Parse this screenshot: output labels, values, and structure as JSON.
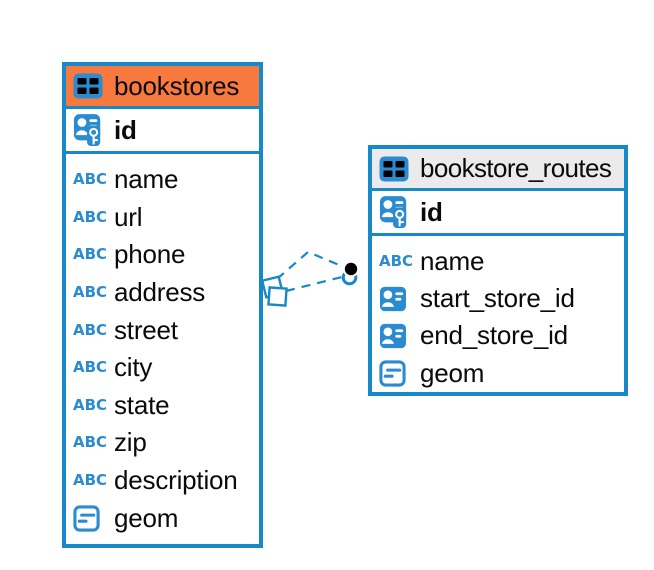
{
  "colors": {
    "accent_blue": "#1789c9",
    "icon_blue": "#2b8bd0",
    "header_orange": "#f7793e",
    "header_gray": "#ebebeb",
    "text_black": "#0a0a0a",
    "endpoint_black": "#000000",
    "row_bg": "#ffffff"
  },
  "icons": {
    "text_type_label": "ABC"
  },
  "tables": [
    {
      "title": "bookstores",
      "header_style": "selected-orange",
      "pk_label": "id",
      "columns": [
        {
          "label": "name",
          "type_icon": "text-type-icon"
        },
        {
          "label": "url",
          "type_icon": "text-type-icon"
        },
        {
          "label": "phone",
          "type_icon": "text-type-icon"
        },
        {
          "label": "address",
          "type_icon": "text-type-icon"
        },
        {
          "label": "street",
          "type_icon": "text-type-icon"
        },
        {
          "label": "city",
          "type_icon": "text-type-icon"
        },
        {
          "label": "state",
          "type_icon": "text-type-icon"
        },
        {
          "label": "zip",
          "type_icon": "text-type-icon"
        },
        {
          "label": "description",
          "type_icon": "text-type-icon"
        },
        {
          "label": "geom",
          "type_icon": "geometry-type-icon"
        }
      ]
    },
    {
      "title": "bookstore_routes",
      "header_style": "gray",
      "pk_label": "id",
      "columns": [
        {
          "label": "name",
          "type_icon": "text-type-icon"
        },
        {
          "label": "start_store_id",
          "type_icon": "reference-type-icon"
        },
        {
          "label": "end_store_id",
          "type_icon": "reference-type-icon"
        },
        {
          "label": "geom",
          "type_icon": "geometry-type-icon"
        }
      ]
    }
  ],
  "relationship": {
    "from_table": "bookstore_routes",
    "to_table": "bookstores",
    "line_style": "dashed",
    "line_count": 2,
    "source_anchor": "double-square",
    "target_anchor": "double-circle"
  }
}
